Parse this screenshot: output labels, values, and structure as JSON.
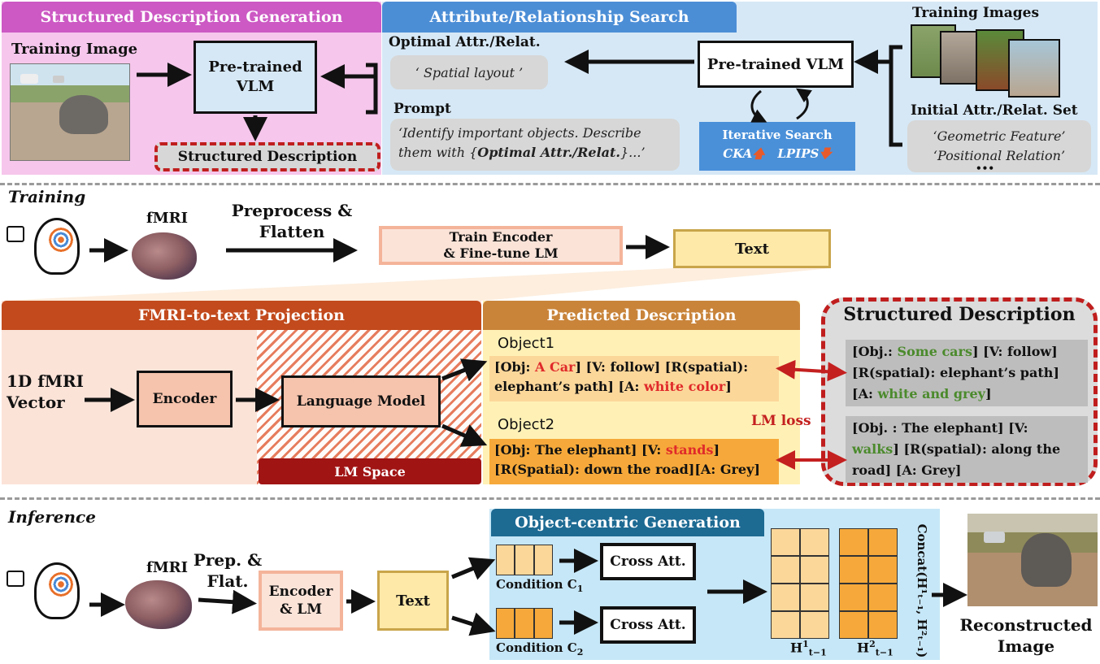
{
  "top": {
    "sdg_title": "Structured Description Generation",
    "ars_title": "Attribute/Relationship Search",
    "training_image_label": "Training Image",
    "vlm_left_l1": "Pre-trained",
    "vlm_left_l2": "VLM",
    "structured_description_label": "Structured Description",
    "optimal_label": "Optimal Attr./Relat.",
    "optimal_value": "‘ Spatial layout ’",
    "prompt_label": "Prompt",
    "prompt_text_1": "‘Identify important objects. Describe",
    "prompt_text_2a": "them with {",
    "prompt_text_2b": "Optimal Attr./Relat.",
    "prompt_text_2c": "}...’",
    "vlm_right": "Pre-trained VLM",
    "iterative_search": "Iterative Search",
    "cka": "CKA",
    "lpips": "LPIPS",
    "training_images_label": "Training Images",
    "initial_set_label": "Initial Attr./Relat. Set",
    "initial_item_1": "‘Geometric Feature’",
    "initial_item_2": "‘Positional Relation’",
    "initial_ellipsis": "•••",
    "colors": {
      "pink_panel": "#f6c6ec",
      "pink_header": "#cc59c4",
      "blue_panel": "#d6e8f6",
      "blue_header": "#4c8ed6",
      "iterative_box": "#4a90d9",
      "up_arrow": "#e85a2a"
    }
  },
  "training": {
    "section_label": "Training",
    "fmri_label": "fMRI",
    "preprocess_l1": "Preprocess &",
    "preprocess_l2": "Flatten",
    "train_encoder_l1": "Train Encoder",
    "train_encoder_l2": "& Fine-tune LM",
    "text_label": "Text",
    "projection_title": "FMRI-to-text Projection",
    "vector_l1": "1D fMRI",
    "vector_l2": "Vector",
    "encoder_label": "Encoder",
    "lm_label": "Language Model",
    "lm_space_label": "LM Space",
    "predicted_title": "Predicted Description",
    "object1_label": "Object1",
    "object2_label": "Object2",
    "obj1": {
      "p1": "[Obj: ",
      "v1": "A Car",
      "p2": "] [V: follow] [R(spatial):",
      "p3": "elephant’s path] [A: ",
      "v2": "white color",
      "p4": "]"
    },
    "obj2": {
      "p1": "[Obj: ",
      "v1": "The elephant",
      "p2": "] [V: ",
      "v2": "stands",
      "p3": "]",
      "p4": "[R(Spatial): ",
      "v3": "down the road",
      "p5": "][A: ",
      "v4": "Grey",
      "p6": "]"
    },
    "lm_loss_label": "LM loss",
    "structured_title": "Structured Description",
    "gt1": {
      "p1": "[Obj.: ",
      "v1": "Some cars",
      "p2": "] [V: ",
      "v2": "follow",
      "p3": "]",
      "p4": "[R(spatial): ",
      "v3": "elephant’s path",
      "p5": "]",
      "p6": "[A: ",
      "v4": "white and grey",
      "p7": "]"
    },
    "gt2": {
      "p1": "[Obj. : ",
      "v1": "The elephant",
      "p2": "] [V:",
      "v2": "walks",
      "p3": "] [R(spatial): ",
      "v3": "along the",
      "v4": "road",
      "p4": "] [A: ",
      "v5": "Grey",
      "p5": "]"
    },
    "colors": {
      "projection_header": "#c24a1c",
      "projection_panel": "#fbe3d8",
      "predicted_header": "#c9843a",
      "predicted_panel": "#fff1b6",
      "lm_space": "#a11414",
      "red_text": "#e02a2a",
      "green_text": "#4b8a2c",
      "loss_arrow": "#c42020"
    }
  },
  "inference": {
    "section_label": "Inference",
    "fmri_label": "fMRI",
    "prep_l1": "Prep. &",
    "prep_l2": "Flat.",
    "encoder_l1": "Encoder",
    "encoder_l2": "& LM",
    "text_label": "Text",
    "ocg_title": "Object-centric Generation",
    "condition1": "Condition C",
    "condition1_sub": "1",
    "condition2": "Condition C",
    "condition2_sub": "2",
    "cross_att_1": "Cross Att.",
    "cross_att_2": "Cross Att.",
    "h1": "H",
    "h1_sup": "1",
    "h1_sub": "t−1",
    "h2": "H",
    "h2_sup": "2",
    "h2_sub": "t−1",
    "concat_label": "Concat(H¹ₜ₋₁, H²ₜ₋₁)",
    "reconstructed_l1": "Reconstructed",
    "reconstructed_l2": "Image",
    "colors": {
      "ocg_panel": "#c6e7f7",
      "ocg_header": "#1d6a93",
      "cond1": "#fcd79a",
      "cond2": "#f6a93a"
    }
  }
}
